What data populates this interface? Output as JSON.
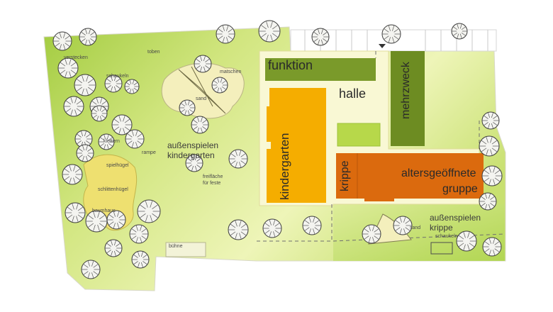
{
  "rooms": {
    "funktion": "funktion",
    "mehrzweck": "mehrzweck",
    "halle": "halle",
    "kindergarten": "kindergarten",
    "krippe": "krippe",
    "altersgeoeffnete_line1": "altersgeöffnete",
    "altersgeoeffnete_line2": "gruppe"
  },
  "areas": {
    "aussen_kiga_line1": "außenspielen",
    "aussen_kiga_line2": "kindergarten",
    "aussen_krippe_line1": "außenspielen",
    "aussen_krippe_line2": "krippe"
  },
  "small_labels": {
    "verstecken": "verstecken",
    "toben": "toben",
    "schaukeln_top": "schaukeln",
    "matschen": "matschen",
    "sand_top": "sand",
    "klettern": "klettern",
    "rampe": "rampe",
    "spielhuegel": "spielhügel",
    "freiflaeche_line1": "freifläche",
    "freiflaeche_line2": "für feste",
    "schlittenhuegel": "schlittenhügel",
    "baumhaus": "baumhaus",
    "buehne": "bühne",
    "sand_krippe": "sand",
    "schaukeln_krippe": "schaukeln"
  },
  "colors": {
    "lawn_light": "#e4f0a0",
    "lawn_dark": "#a9cf48",
    "building_olive": "#7a9a2a",
    "kindergarten": "#f2a900",
    "krippe_orange": "#d9690c",
    "hall_cream": "#f8f6c6",
    "sand": "#f4efbc"
  }
}
